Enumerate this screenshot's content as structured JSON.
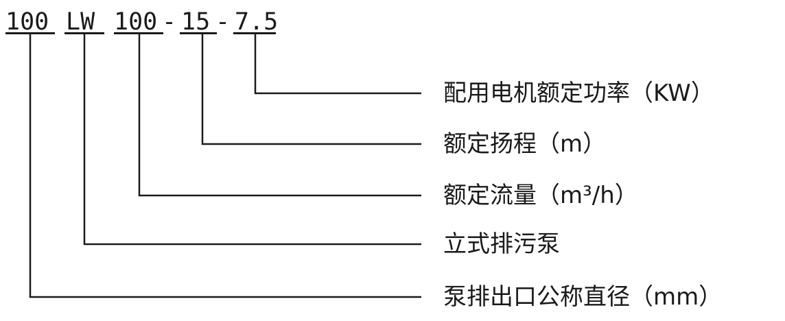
{
  "model_code": {
    "segments": [
      "100",
      "LW",
      "100",
      "15",
      "7.5"
    ],
    "separators": [
      "-",
      "-"
    ]
  },
  "labels": [
    "配用电机额定功率（KW）",
    "额定扬程（m）",
    "额定流量（m³/h）",
    "立式排污泵",
    "泵排出口公称直径（mm）"
  ]
}
